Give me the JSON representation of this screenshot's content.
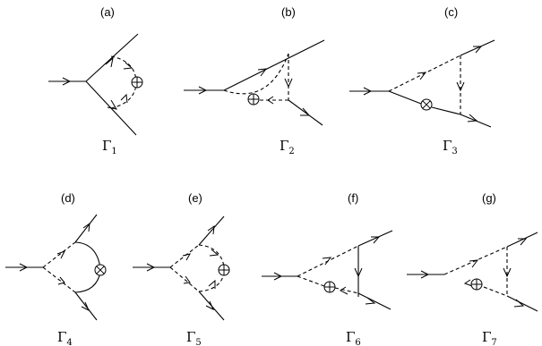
{
  "panels": [
    {
      "id": "a",
      "label": "(a)",
      "gamma": "Γ",
      "sub": "1",
      "symbol": "plus"
    },
    {
      "id": "b",
      "label": "(b)",
      "gamma": "Γ",
      "sub": "2",
      "symbol": "plus"
    },
    {
      "id": "c",
      "label": "(c)",
      "gamma": "Γ",
      "sub": "3",
      "symbol": "times"
    },
    {
      "id": "d",
      "label": "(d)",
      "gamma": "Γ",
      "sub": "4",
      "symbol": "times"
    },
    {
      "id": "e",
      "label": "(e)",
      "gamma": "Γ",
      "sub": "5",
      "symbol": "plus"
    },
    {
      "id": "f",
      "label": "(f)",
      "gamma": "Γ",
      "sub": "6",
      "symbol": "plus"
    },
    {
      "id": "g",
      "label": "(g)",
      "gamma": "Γ",
      "sub": "7",
      "symbol": "plus"
    }
  ],
  "colors": {
    "ink": "#000000",
    "background": "#ffffff"
  }
}
